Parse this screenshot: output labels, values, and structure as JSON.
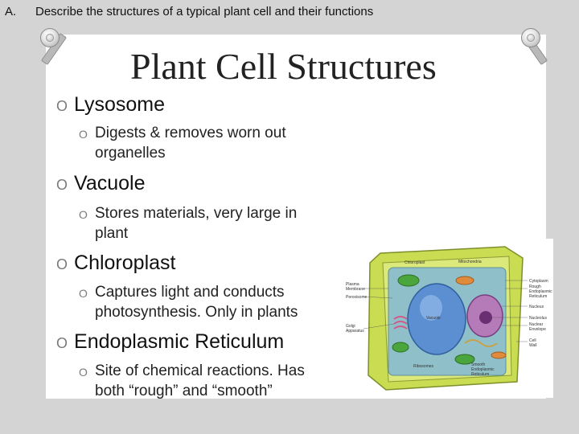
{
  "header": {
    "number": "A.",
    "text": "Describe the structures of a typical plant cell and their functions"
  },
  "slide": {
    "title": "Plant Cell Structures",
    "bullet_glyph": "O",
    "items": [
      {
        "term": "Lysosome",
        "lines": [
          "Digests & removes worn out",
          "organelles"
        ]
      },
      {
        "term": "Vacuole",
        "lines": [
          "Stores materials, very large in",
          "plant"
        ]
      },
      {
        "term": "Chloroplast",
        "lines": [
          "Captures light and conducts",
          "photosynthesis. Only in plants"
        ]
      },
      {
        "term": "Endoplasmic Reticulum",
        "lines": [
          "Site of chemical reactions. Has",
          "both “rough” and “smooth”"
        ]
      }
    ]
  },
  "diagram": {
    "labels": {
      "chloroplast": "Chloroplast",
      "mitochondria": "Mitochondria",
      "plasma_membrane_1": "Plasma",
      "plasma_membrane_2": "Membrane",
      "peroxisome": "Peroxisome",
      "golgi_1": "Golgi",
      "golgi_2": "Apparatus",
      "vacuole": "Vacuole",
      "ribosomes": "Ribosomes",
      "smooth_er_1": "Smooth",
      "smooth_er_2": "Endoplasmic",
      "smooth_er_3": "Reticulum",
      "cytoplasm": "Cytoplasm",
      "rough_er_1": "Rough",
      "rough_er_2": "Endoplasmic",
      "rough_er_3": "Reticulum",
      "nucleus": "Nucleus",
      "nucleolus": "Nucleolus",
      "nuclear_env_1": "Nuclear",
      "nuclear_env_2": "Envelope",
      "cell_wall_1": "Cell",
      "cell_wall_2": "Wall"
    },
    "colors": {
      "wall": "#c9dc52",
      "cytoplasm": "#8fc0c9",
      "vacuole": "#5b8fd1",
      "nucleus": "#b57ab8",
      "chloroplast": "#4aa63c"
    }
  }
}
